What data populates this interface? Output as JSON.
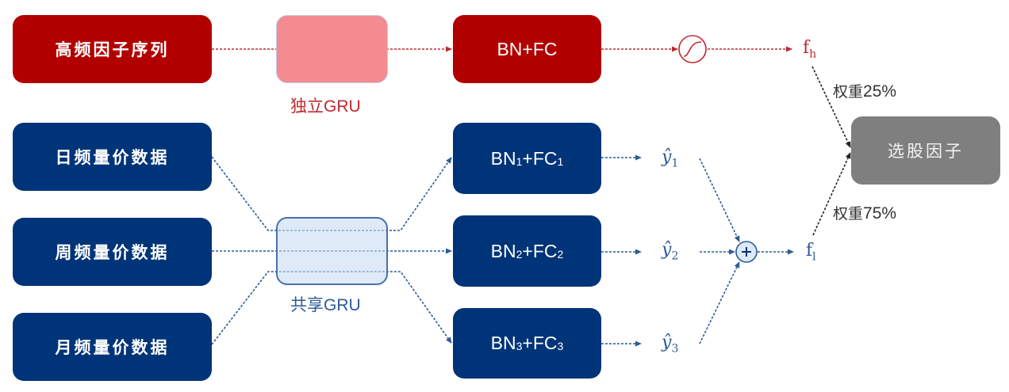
{
  "title": "GRU multi-frequency stock selection factor model",
  "colors": {
    "high_freq": "#b20000",
    "independent_gru": "#f48b91",
    "low_freq": "#003478",
    "shared_gru": "#dce9f6",
    "output": "#7f7f7f",
    "wire_red": "#c0292f",
    "wire_blue": "#2c5b96",
    "wire_black": "#333333"
  },
  "high_frequency_branch": {
    "input_label": "高频因子序列",
    "gru_label": "独立GRU",
    "head_label": "BN+FC",
    "activation_icon": "sigmoid-icon",
    "output_symbol": "f",
    "output_subscript": "h",
    "weight_label": "权重",
    "weight_value": "25%"
  },
  "low_frequency_branch": {
    "inputs": [
      {
        "label": "日频量价数据"
      },
      {
        "label": "周频量价数据"
      },
      {
        "label": "月频量价数据"
      }
    ],
    "gru_label": "共享GRU",
    "heads": [
      {
        "bn": "BN",
        "bn_sub": "1",
        "plus": "+",
        "fc": "FC",
        "fc_sub": "1",
        "pred": "ŷ",
        "pred_sub": "1"
      },
      {
        "bn": "BN",
        "bn_sub": "2",
        "plus": "+",
        "fc": "FC",
        "fc_sub": "2",
        "pred": "ŷ",
        "pred_sub": "2"
      },
      {
        "bn": "BN",
        "bn_sub": "3",
        "plus": "+",
        "fc": "FC",
        "fc_sub": "3",
        "pred": "ŷ",
        "pred_sub": "3"
      }
    ],
    "aggregate_icon": "plus-circle-icon",
    "aggregate_symbol": "+",
    "output_symbol": "f",
    "output_subscript": "l",
    "weight_label": "权重",
    "weight_value": "75%"
  },
  "final_output": {
    "label": "选股因子"
  }
}
